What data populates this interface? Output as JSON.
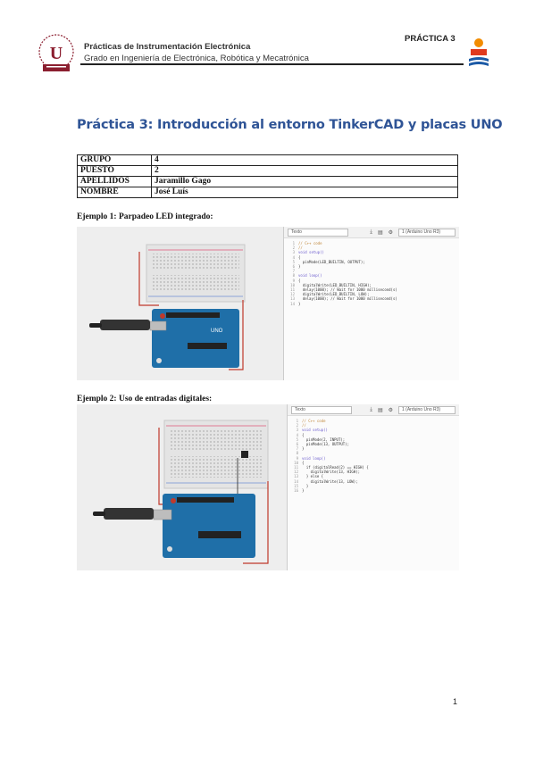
{
  "header": {
    "title": "Prácticas de Instrumentación Electrónica",
    "subtitle": "Grado en Ingeniería de Electrónica, Robótica y Mecatrónica",
    "practice_tag": "PRÁCTICA 3",
    "colors": {
      "rule": "#222222",
      "logo_red": "#8b1e2f",
      "logo_orange": "#f28c00",
      "logo_blue": "#1c5aa6"
    }
  },
  "title": "Práctica 3: Introducción al entorno TinkerCAD y placas UNO",
  "info_table": [
    {
      "key": "GRUPO",
      "value": "4"
    },
    {
      "key": "PUESTO",
      "value": "2"
    },
    {
      "key": "APELLIDOS",
      "value": "Jaramillo Gago"
    },
    {
      "key": "NOMBRE",
      "value": "José Luís"
    }
  ],
  "example1": {
    "label": "Ejemplo 1: Parpadeo LED integrado:",
    "toolbar": {
      "mode": "Texto",
      "device": "1 (Arduino Uno R3)"
    },
    "code": [
      {
        "n": "1",
        "t": "// C++ code",
        "c": "cm"
      },
      {
        "n": "2",
        "t": "//",
        "c": "cm"
      },
      {
        "n": "3",
        "t": "void setup()",
        "c": "kw"
      },
      {
        "n": "4",
        "t": "{",
        "c": ""
      },
      {
        "n": "5",
        "t": "  pinMode(LED_BUILTIN, OUTPUT);",
        "c": ""
      },
      {
        "n": "6",
        "t": "}",
        "c": ""
      },
      {
        "n": "7",
        "t": "",
        "c": ""
      },
      {
        "n": "8",
        "t": "void loop()",
        "c": "kw"
      },
      {
        "n": "9",
        "t": "{",
        "c": ""
      },
      {
        "n": "10",
        "t": "  digitalWrite(LED_BUILTIN, HIGH);",
        "c": ""
      },
      {
        "n": "11",
        "t": "  delay(1000); // Wait for 1000 millisecond(s)",
        "c": ""
      },
      {
        "n": "12",
        "t": "  digitalWrite(LED_BUILTIN, LOW);",
        "c": ""
      },
      {
        "n": "13",
        "t": "  delay(1000); // Wait for 1000 millisecond(s)",
        "c": ""
      },
      {
        "n": "14",
        "t": "}",
        "c": ""
      }
    ]
  },
  "example2": {
    "label": "Ejemplo 2: Uso de entradas digitales:",
    "toolbar": {
      "mode": "Texto",
      "device": "1 (Arduino Uno R3)"
    },
    "code": [
      {
        "n": "1",
        "t": "// C++ code",
        "c": "cm"
      },
      {
        "n": "2",
        "t": "//",
        "c": "cm"
      },
      {
        "n": "3",
        "t": "void setup()",
        "c": "kw"
      },
      {
        "n": "4",
        "t": "{",
        "c": ""
      },
      {
        "n": "5",
        "t": "  pinMode(2, INPUT);",
        "c": ""
      },
      {
        "n": "6",
        "t": "  pinMode(13, OUTPUT);",
        "c": ""
      },
      {
        "n": "7",
        "t": "}",
        "c": ""
      },
      {
        "n": "8",
        "t": "",
        "c": ""
      },
      {
        "n": "9",
        "t": "void loop()",
        "c": "kw"
      },
      {
        "n": "10",
        "t": "{",
        "c": ""
      },
      {
        "n": "11",
        "t": "  if (digitalRead(2) == HIGH) {",
        "c": ""
      },
      {
        "n": "12",
        "t": "    digitalWrite(13, HIGH);",
        "c": ""
      },
      {
        "n": "13",
        "t": "  } else {",
        "c": ""
      },
      {
        "n": "14",
        "t": "    digitalWrite(13, LOW);",
        "c": ""
      },
      {
        "n": "15",
        "t": "  }",
        "c": ""
      },
      {
        "n": "16",
        "t": "}",
        "c": ""
      }
    ]
  },
  "page_number": "1"
}
